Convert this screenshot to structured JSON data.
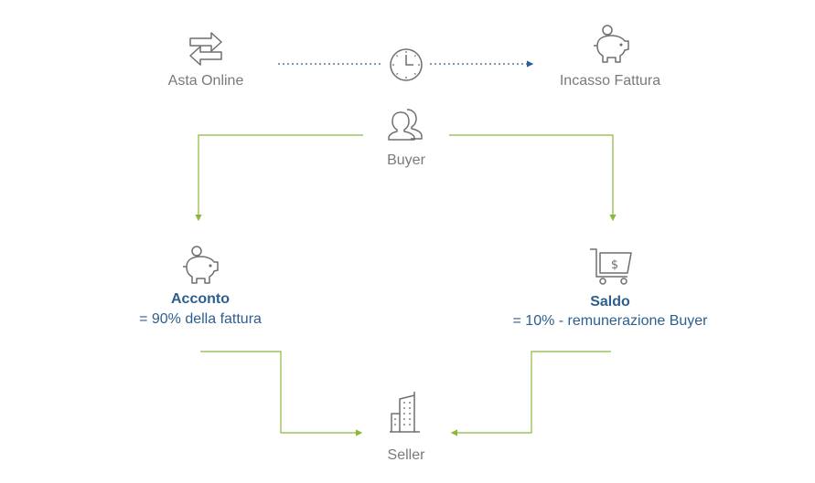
{
  "nodes": {
    "asta": {
      "label": "Asta Online",
      "icon": "swap-arrows-icon"
    },
    "incasso": {
      "label": "Incasso Fattura",
      "icon": "piggy-bank-icon"
    },
    "timer": {
      "icon": "clock-icon"
    },
    "buyer": {
      "label": "Buyer",
      "icon": "users-icon"
    },
    "acconto": {
      "title": "Acconto",
      "detail": "= 90% della fattura",
      "icon": "piggy-bank-icon"
    },
    "saldo": {
      "title": "Saldo",
      "detail": "= 10% - remunerazione Buyer",
      "icon": "shopping-cart-dollar-icon"
    },
    "seller": {
      "label": "Seller",
      "icon": "building-icon"
    }
  },
  "colors": {
    "flow_line": "#8ab83a",
    "dotted_line": "#2c5f8f",
    "icon": "#6e6e6e",
    "text": "#7a7a7a",
    "highlight_text": "#2c5f8f"
  }
}
